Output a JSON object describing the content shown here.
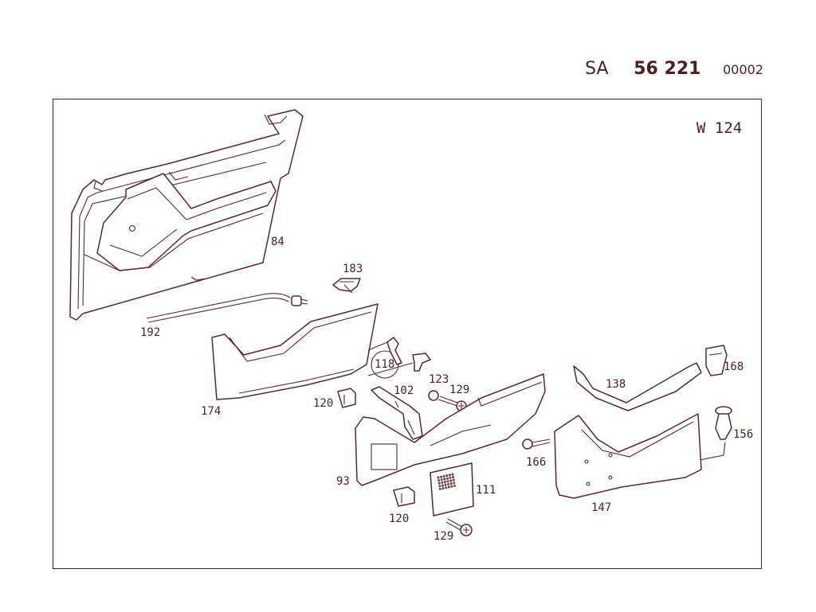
{
  "header": {
    "prefix": "SA",
    "number": "56 221",
    "sheet": "00002"
  },
  "model": "W 124",
  "parts": [
    {
      "id": "84"
    },
    {
      "id": "192"
    },
    {
      "id": "174"
    },
    {
      "id": "183"
    },
    {
      "id": "118"
    },
    {
      "id": "120"
    },
    {
      "id": "102"
    },
    {
      "id": "123"
    },
    {
      "id": "129"
    },
    {
      "id": "93"
    },
    {
      "id": "120"
    },
    {
      "id": "111"
    },
    {
      "id": "129"
    },
    {
      "id": "166"
    },
    {
      "id": "138"
    },
    {
      "id": "168"
    },
    {
      "id": "156"
    },
    {
      "id": "147"
    }
  ]
}
